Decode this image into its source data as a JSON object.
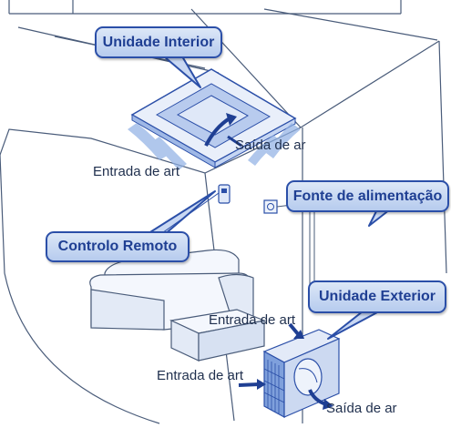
{
  "labels": {
    "indoor_unit": "Unidade Interior",
    "power_supply": "Fonte de alimentação",
    "remote_control": "Controlo Remoto",
    "outdoor_unit": "Unidade Exterior",
    "air_outlet_indoor": "Saída de ar",
    "air_inlet_indoor": "Entrada de art",
    "air_inlet_outdoor_top": "Entrada de art",
    "air_inlet_outdoor_side": "Entrada de art",
    "air_outlet_outdoor": "Saída de ar"
  },
  "colors": {
    "outline": "#2b4fa8",
    "callout_fill": "#c9d8f3",
    "callout_text": "#1f3f93",
    "airflow": "#8fb0e4",
    "air_arrow": "#1f3f93",
    "line": "#4a5c7a"
  }
}
